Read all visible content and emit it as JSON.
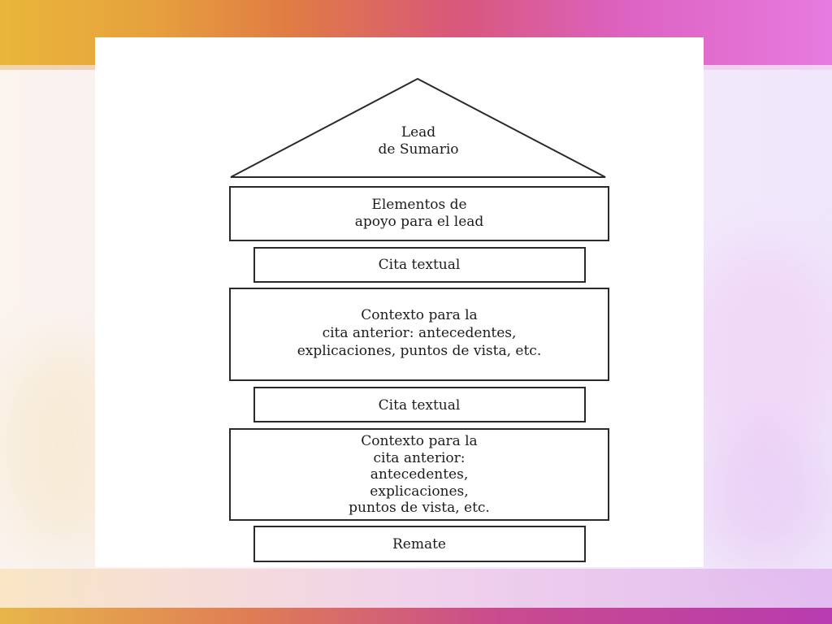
{
  "diagram": {
    "roof": {
      "lines": [
        "Lead",
        "de Sumario"
      ]
    },
    "blocks": [
      {
        "lines": [
          "Elementos de",
          "apoyo para el lead"
        ]
      },
      {
        "lines": [
          "Cita textual"
        ]
      },
      {
        "lines": [
          "Contexto para la",
          "cita anterior: antecedentes,",
          "explicaciones, puntos de vista, etc."
        ]
      },
      {
        "lines": [
          "Cita textual"
        ]
      },
      {
        "lines": [
          "Contexto para la",
          "cita anterior:",
          "antecedentes,",
          "explicaciones,",
          "puntos de vista, etc."
        ]
      },
      {
        "lines": [
          "Remate"
        ]
      }
    ]
  }
}
